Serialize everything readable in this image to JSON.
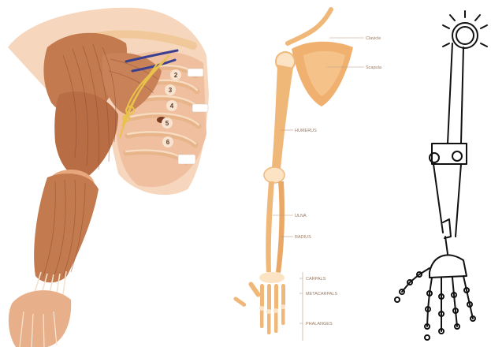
{
  "panels": {
    "muscular_arm": {
      "rib_numbers": [
        "2",
        "3",
        "4",
        "5",
        "6"
      ]
    },
    "skeletal_arm": {
      "labels": {
        "clavicle": "Clavicle",
        "scapula": "Scapula",
        "humerus": "HUMERUS",
        "ulna": "ULNA",
        "radius": "RADIUS",
        "carpals": "CARPALS",
        "metacarpals": "METACARPALS",
        "phalanges": "PHALANGES"
      }
    },
    "mechanical_arm": {}
  },
  "colors": {
    "muscle": "#c27a4e",
    "muscle_dark": "#8b4a2c",
    "skin": "#f2c9a8",
    "bone": "#f0b878",
    "bone_light": "#fbe3c4",
    "nerve": "#e8c24a",
    "vessel": "#3a3f8f",
    "line_art": "#111111"
  }
}
